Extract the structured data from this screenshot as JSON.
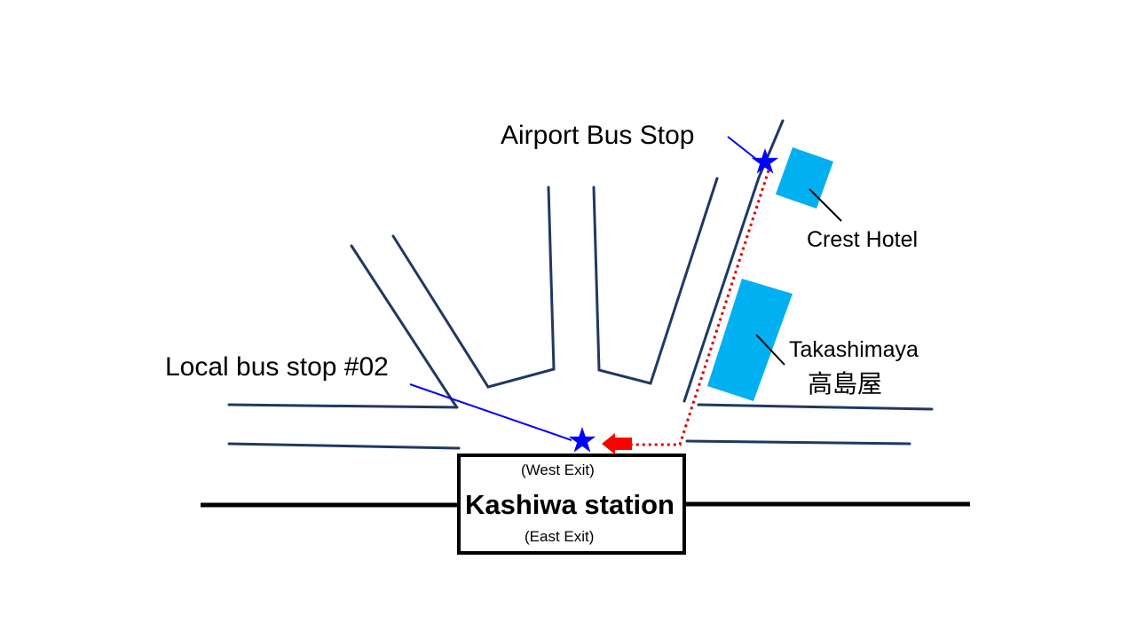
{
  "labels": {
    "airport_bus_stop": "Airport Bus Stop",
    "crest_hotel": "Crest Hotel",
    "takashimaya": "Takashimaya",
    "takashimaya_jp": "高島屋",
    "local_bus_stop": "Local bus stop #02",
    "west_exit": "(West Exit)",
    "station_name": "Kashiwa station",
    "east_exit": "(East Exit)"
  },
  "colors": {
    "road": "#1f3864",
    "railway": "#000000",
    "building": "#00b0f0",
    "bus_stop_star": "#0000ff",
    "walking_route": "#e00000",
    "leader_line": "#000000",
    "bus_stop_leader": "#0000ff"
  },
  "icons": {
    "bus_stop": "star-icon",
    "direction": "left-arrow-icon"
  }
}
